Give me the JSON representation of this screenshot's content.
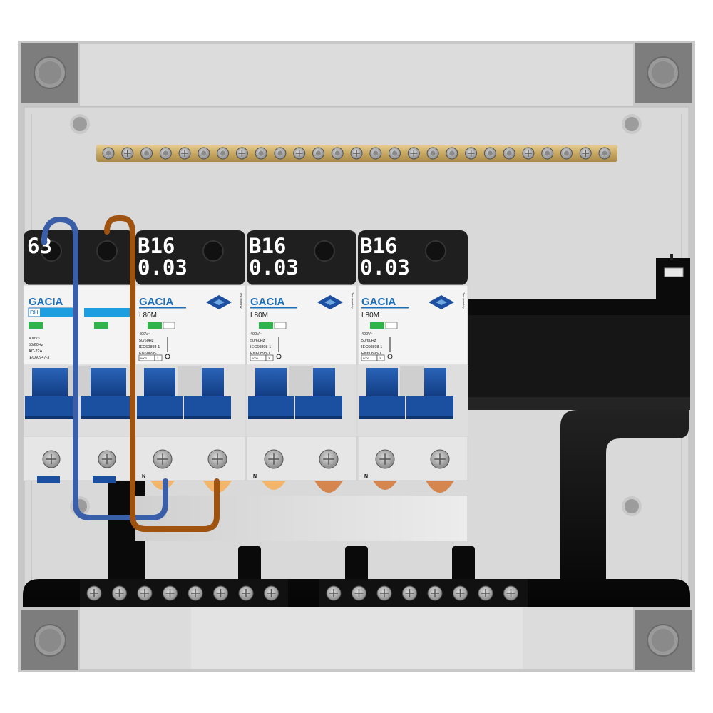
{
  "enclosure": {
    "ground_bar_screws": 27,
    "busbar_terminal_groups": [
      8,
      8
    ]
  },
  "main_switch": {
    "rating": "63",
    "brand": "GACIA",
    "tag": "DH",
    "specs": [
      "400V~",
      "50/60Hz",
      "AC-22A",
      "IEC60947-3"
    ]
  },
  "rcbos": [
    {
      "rating_line1": "B16",
      "rating_line2": "0.03",
      "brand": "GACIA",
      "model": "L80M",
      "specs": [
        "400V~",
        "50/60Hz",
        "IEC60898-1",
        "EN60898-1"
      ],
      "breaking": "6000",
      "class": "3",
      "test_label": "Test monthly",
      "n_label": "N"
    },
    {
      "rating_line1": "B16",
      "rating_line2": "0.03",
      "brand": "GACIA",
      "model": "L80M",
      "specs": [
        "400V~",
        "50/60Hz",
        "IEC60898-1",
        "EN60898-1"
      ],
      "breaking": "6000",
      "class": "3",
      "test_label": "Test monthly",
      "n_label": "N"
    },
    {
      "rating_line1": "B16",
      "rating_line2": "0.03",
      "brand": "GACIA",
      "model": "L80M",
      "specs": [
        "400V~",
        "50/60Hz",
        "IEC60898-1",
        "EN60898-1"
      ],
      "breaking": "6000",
      "class": "3",
      "test_label": "Test monthly",
      "n_label": "N"
    }
  ],
  "colors": {
    "neutral_wire": "#3a5fa8",
    "live_wire": "#a0520f",
    "device_blue": "#1b4fa0",
    "brass": "#c8a862",
    "busbar": "#0a0a0a"
  }
}
